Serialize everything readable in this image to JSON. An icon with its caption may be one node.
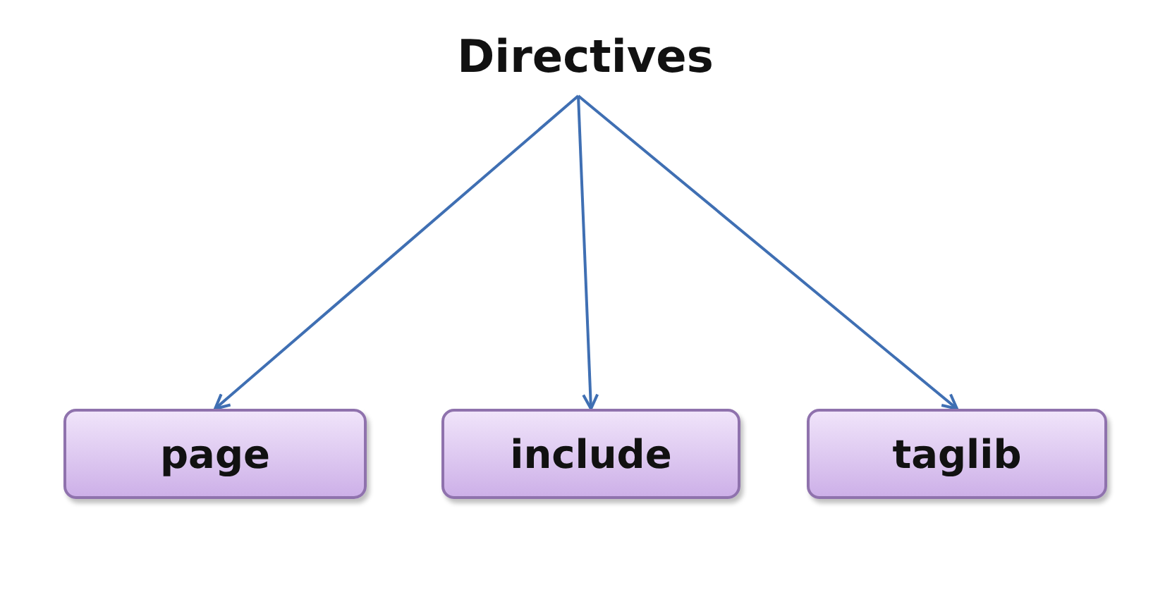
{
  "diagram": {
    "nodes": [
      {
        "text": [
          "Directives"
        ]
      },
      {
        "text": [
          "page"
        ]
      },
      {
        "text": [
          "include"
        ]
      },
      {
        "text": [
          "taglib"
        ]
      }
    ],
    "edges": [
      {
        "from": 0,
        "to": 1,
        "arrow": "to"
      },
      {
        "from": 0,
        "to": 2,
        "arrow": "to"
      },
      {
        "from": 0,
        "to": 3,
        "arrow": "to"
      }
    ]
  }
}
